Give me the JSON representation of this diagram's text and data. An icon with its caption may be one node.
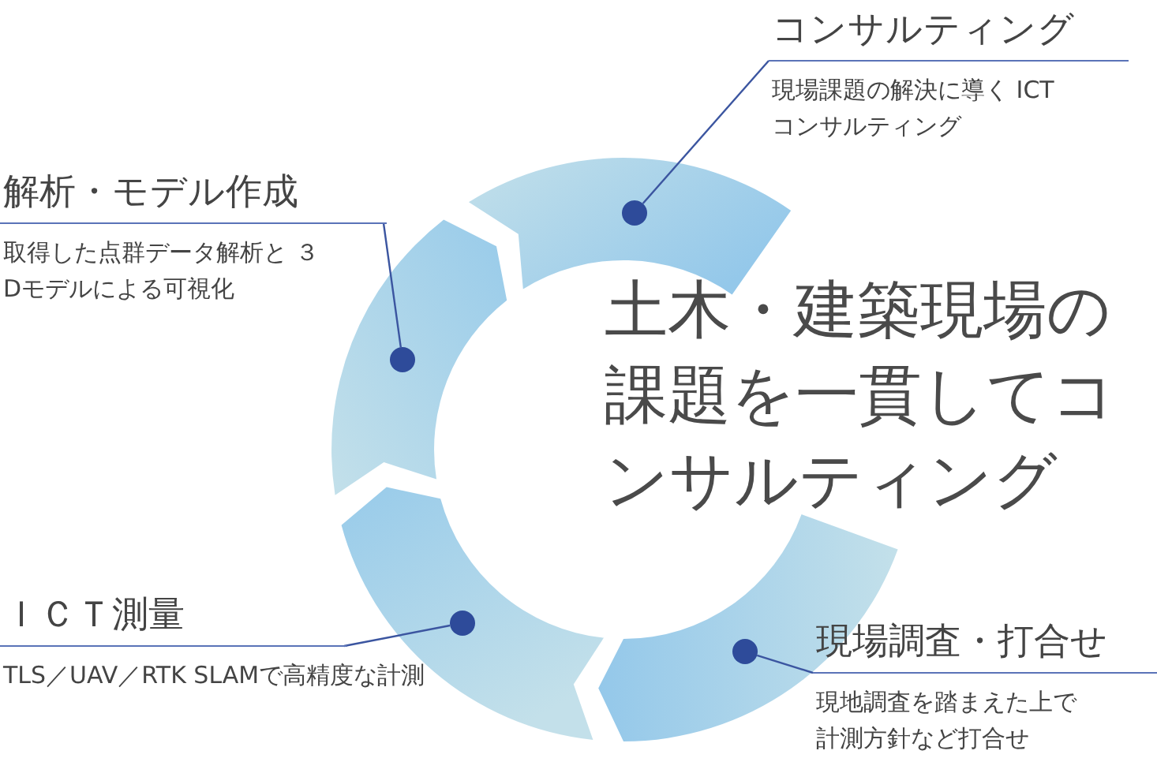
{
  "diagram": {
    "nodes": [
      {
        "text": [
          "コンサルティング",
          "現場課題の解決に導く ICTコンサルティング"
        ]
      },
      {
        "text": [],
        "shape": "circle"
      },
      {
        "text": [
          "解析・モデル作成",
          "取得した点群データ解析と ３Dモデルによる可視化"
        ]
      },
      {
        "text": [],
        "shape": "circle"
      },
      {
        "text": [
          "ＩＣＴ測量",
          "TLS／UAV／RTK SLAMで高精度な計測"
        ]
      },
      {
        "text": [],
        "shape": "circle"
      },
      {
        "text": [
          "現場調査・打合せ",
          "現地調査を踏まえた上で計測方針など打合せ"
        ]
      },
      {
        "text": [],
        "shape": "circle"
      }
    ],
    "edges": [
      {
        "from": 0,
        "to": 1,
        "arrow": "none"
      },
      {
        "from": 2,
        "to": 3,
        "arrow": "none"
      },
      {
        "from": 4,
        "to": 5,
        "arrow": "none"
      },
      {
        "from": 6,
        "to": 7,
        "arrow": "none"
      }
    ],
    "labels": [
      "土木・建築現場の課題を一貫してコンサルティング"
    ]
  }
}
